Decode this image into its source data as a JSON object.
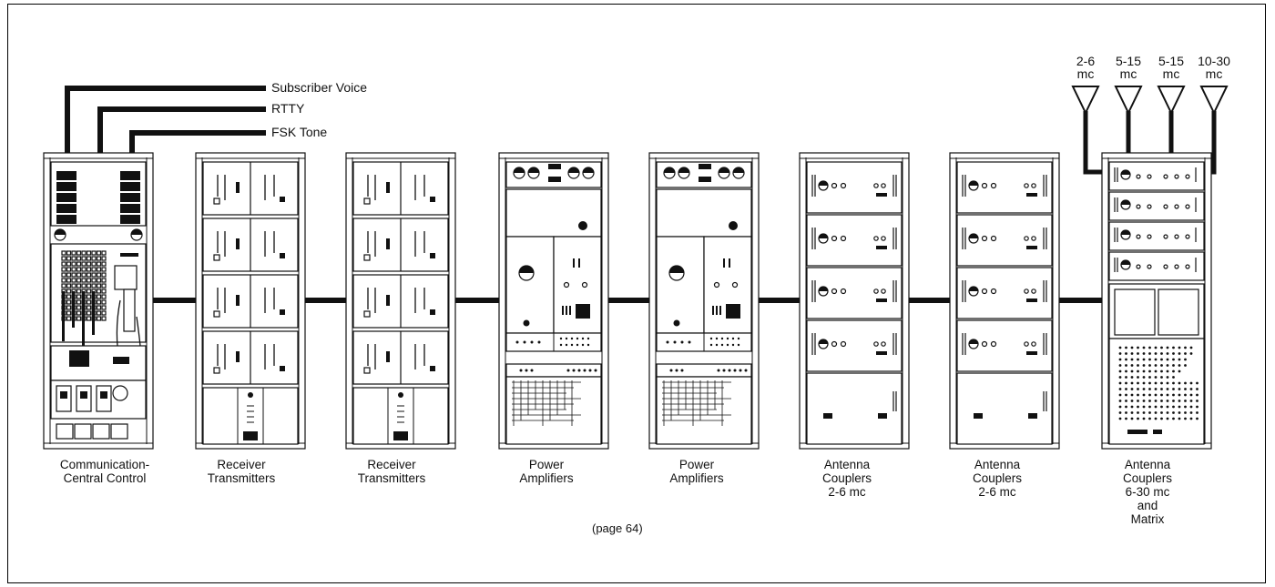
{
  "signals": [
    "Subscriber Voice",
    "RTTY",
    "FSK Tone"
  ],
  "antennas": [
    {
      "freq": "2-6",
      "unit": "mc"
    },
    {
      "freq": "5-15",
      "unit": "mc"
    },
    {
      "freq": "5-15",
      "unit": "mc"
    },
    {
      "freq": "10-30",
      "unit": "mc"
    }
  ],
  "cabinets": [
    {
      "label": "Communication-\nCentral Control"
    },
    {
      "label": "Receiver\nTransmitters"
    },
    {
      "label": "Receiver\nTransmitters"
    },
    {
      "label": "Power\nAmplifiers"
    },
    {
      "label": "Power\nAmplifiers"
    },
    {
      "label": "Antenna\nCouplers\n2-6  mc"
    },
    {
      "label": "Antenna\nCouplers\n2-6  mc"
    },
    {
      "label": "Antenna\nCouplers\n6-30 mc\nand\nMatrix"
    }
  ],
  "page_note": "(page 64)",
  "colors": {
    "line": "#111111",
    "paper": "#ffffff"
  }
}
